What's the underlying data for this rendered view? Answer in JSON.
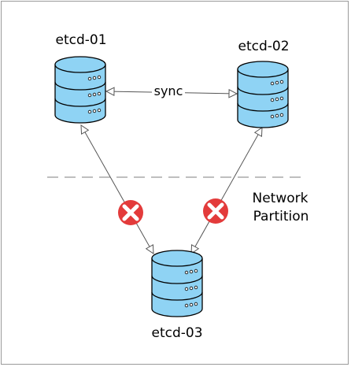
{
  "nodes": {
    "etcd01": {
      "label": "etcd-01"
    },
    "etcd02": {
      "label": "etcd-02"
    },
    "etcd03": {
      "label": "etcd-03"
    }
  },
  "edges": {
    "sync_label": "sync"
  },
  "partition": {
    "line1": "Network",
    "line2": "Partition"
  },
  "icons": {
    "blocked": "blocked-x-icon",
    "database": "database-icon"
  },
  "colors": {
    "db_fill": "#8fd3f4",
    "db_stroke": "#000000",
    "blocked_red": "#e33b3b",
    "partition_line": "#999999",
    "arrow": "#555555"
  }
}
